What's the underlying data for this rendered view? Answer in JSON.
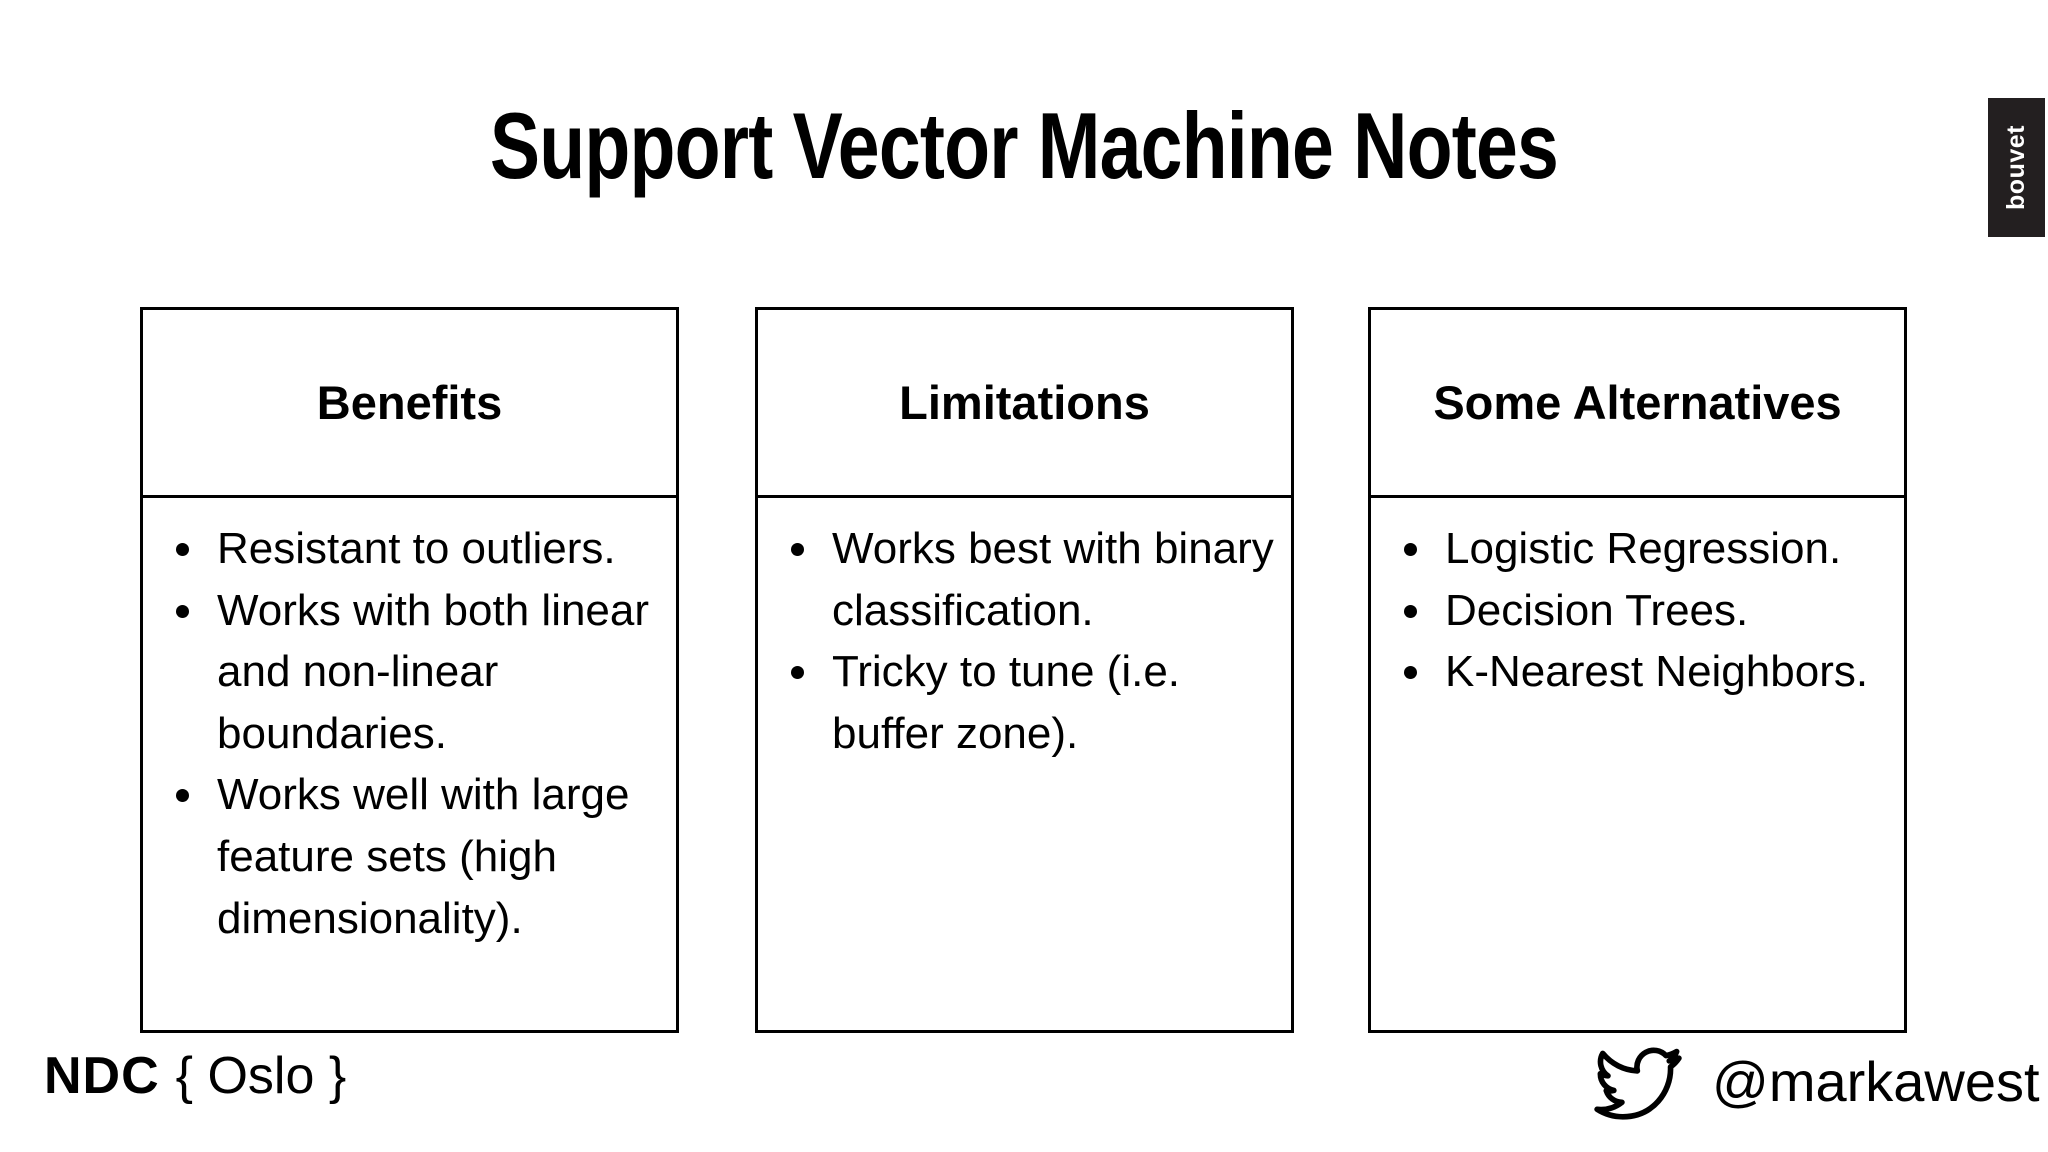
{
  "slide": {
    "title": "Support Vector Machine Notes",
    "background_color": "#ffffff",
    "text_color": "#000000"
  },
  "brand": {
    "logo_text": "bouvet",
    "logo_background": "#231f20",
    "logo_text_color": "#ffffff"
  },
  "columns": [
    {
      "header": "Benefits",
      "items": [
        "Resistant to outliers.",
        "Works with both linear and non-linear boundaries.",
        "Works well with large feature sets (high dimensionality)."
      ]
    },
    {
      "header": "Limitations",
      "items": [
        "Works best with binary classification.",
        "Tricky to tune (i.e. buffer zone)."
      ]
    },
    {
      "header": "Some Alternatives",
      "items": [
        "Logistic Regression.",
        "Decision Trees.",
        "K-Nearest Neighbors."
      ]
    }
  ],
  "footer": {
    "event_name": "NDC",
    "event_location": "{ Oslo }",
    "twitter_handle": "@markawest",
    "twitter_icon": "twitter-bird-icon"
  }
}
